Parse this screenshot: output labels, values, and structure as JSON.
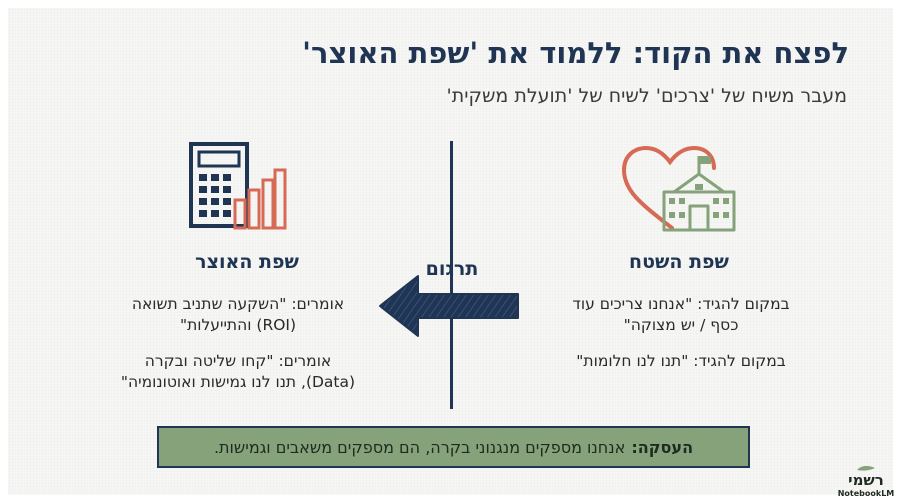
{
  "slide": {
    "title": "לפצח את הקוד: ללמוד את 'שפת האוצר'",
    "subtitle": "מעבר משיח של 'צרכים' לשיח של 'תועלת משקית'"
  },
  "right_column": {
    "icon": "heart-school-icon",
    "heading": "שפת השטח",
    "item1": "במקום להגיד: \"אנחנו צריכים עוד כסף / יש מצוקה\"",
    "item2": "במקום להגיד: \"תנו לנו חלומות\""
  },
  "left_column": {
    "icon": "calculator-bar-chart-icon",
    "heading": "שפת האוצר",
    "item1": "אומרים: \"השקעה שתניב תשואה (ROI) והתייעלות\"",
    "item2": "אומרים: \"קחו שליטה ובקרה (Data), תנו לנו גמישות ואוטונומיה\""
  },
  "middle": {
    "label": "תרגום",
    "arrow_icon": "left-arrow-icon"
  },
  "bottom": {
    "bold": "העסקה:",
    "text": "אנחנו מספקים מנגנוני בקרה, הם מספקים משאבים וגמישות."
  },
  "branding": {
    "name": "רשמי",
    "sub": "NotebookLM"
  },
  "colors": {
    "navy": "#1f3553",
    "coral": "#d76a55",
    "sage": "#86a27a"
  }
}
